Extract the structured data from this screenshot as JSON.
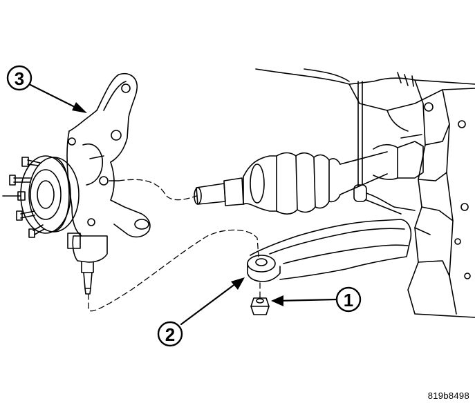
{
  "callouts": [
    {
      "id": "callout-1",
      "label": "1"
    },
    {
      "id": "callout-2",
      "label": "2"
    },
    {
      "id": "callout-3",
      "label": "3"
    }
  ],
  "figure_id": "819b8498",
  "colors": {
    "line": "#000000",
    "background": "#ffffff"
  }
}
